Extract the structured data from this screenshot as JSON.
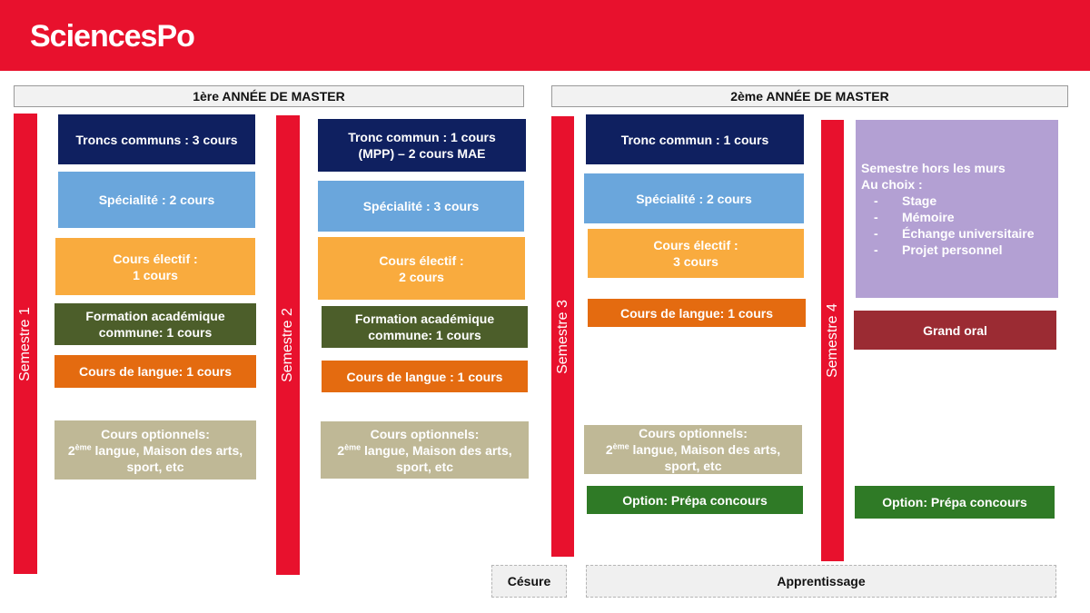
{
  "header": {
    "logo_text": "SciencesPo",
    "brand_color": "#e8112d"
  },
  "years": {
    "year1": "1ère ANNÉE DE MASTER",
    "year2": "2ème ANNÉE DE MASTER"
  },
  "semesters": {
    "s1": "Semestre 1",
    "s2": "Semestre 2",
    "s3": "Semestre 3",
    "s4": "Semestre 4"
  },
  "s1": {
    "tronc": "Troncs communs : 3 cours",
    "specialite": "Spécialité : 2 cours",
    "electif_l1": "Cours électif :",
    "electif_l2": "1 cours",
    "formation_l1": "Formation académique",
    "formation_l2": "commune: 1 cours",
    "langue": "Cours de langue: 1 cours",
    "opt_l1": "Cours optionnels:",
    "opt_l2_num": "2",
    "opt_l2_sup": "ème",
    "opt_l2_rest": " langue, Maison des arts,",
    "opt_l3": "sport, etc"
  },
  "s2": {
    "tronc_l1": "Tronc commun : 1 cours",
    "tronc_l2": "(MPP) – 2 cours MAE",
    "specialite": "Spécialité : 3 cours",
    "electif_l1": "Cours électif :",
    "electif_l2": "2 cours",
    "formation_l1": "Formation académique",
    "formation_l2": "commune: 1 cours",
    "langue": "Cours de langue : 1 cours",
    "opt_l1": "Cours optionnels:",
    "opt_l2_num": "2",
    "opt_l2_sup": "ème",
    "opt_l2_rest": " langue, Maison des arts,",
    "opt_l3": "sport, etc"
  },
  "s3": {
    "tronc": "Tronc commun : 1 cours",
    "specialite": "Spécialité : 2 cours",
    "electif_l1": "Cours électif :",
    "electif_l2": "3 cours",
    "langue": "Cours de langue: 1 cours",
    "opt_l1": "Cours optionnels:",
    "opt_l2_num": "2",
    "opt_l2_sup": "ème",
    "opt_l2_rest": " langue, Maison des arts,",
    "opt_l3": "sport, etc",
    "prepa": "Option: Prépa concours"
  },
  "s4": {
    "hm_title": "Semestre hors les murs",
    "hm_sub": "Au choix :",
    "hm_items": [
      "Stage",
      "Mémoire",
      "Échange universitaire",
      "Projet personnel"
    ],
    "hm_dash": "-",
    "grand_oral": "Grand oral",
    "prepa": "Option: Prépa concours"
  },
  "bottom": {
    "cesure": "Césure",
    "apprentissage": "Apprentissage"
  }
}
